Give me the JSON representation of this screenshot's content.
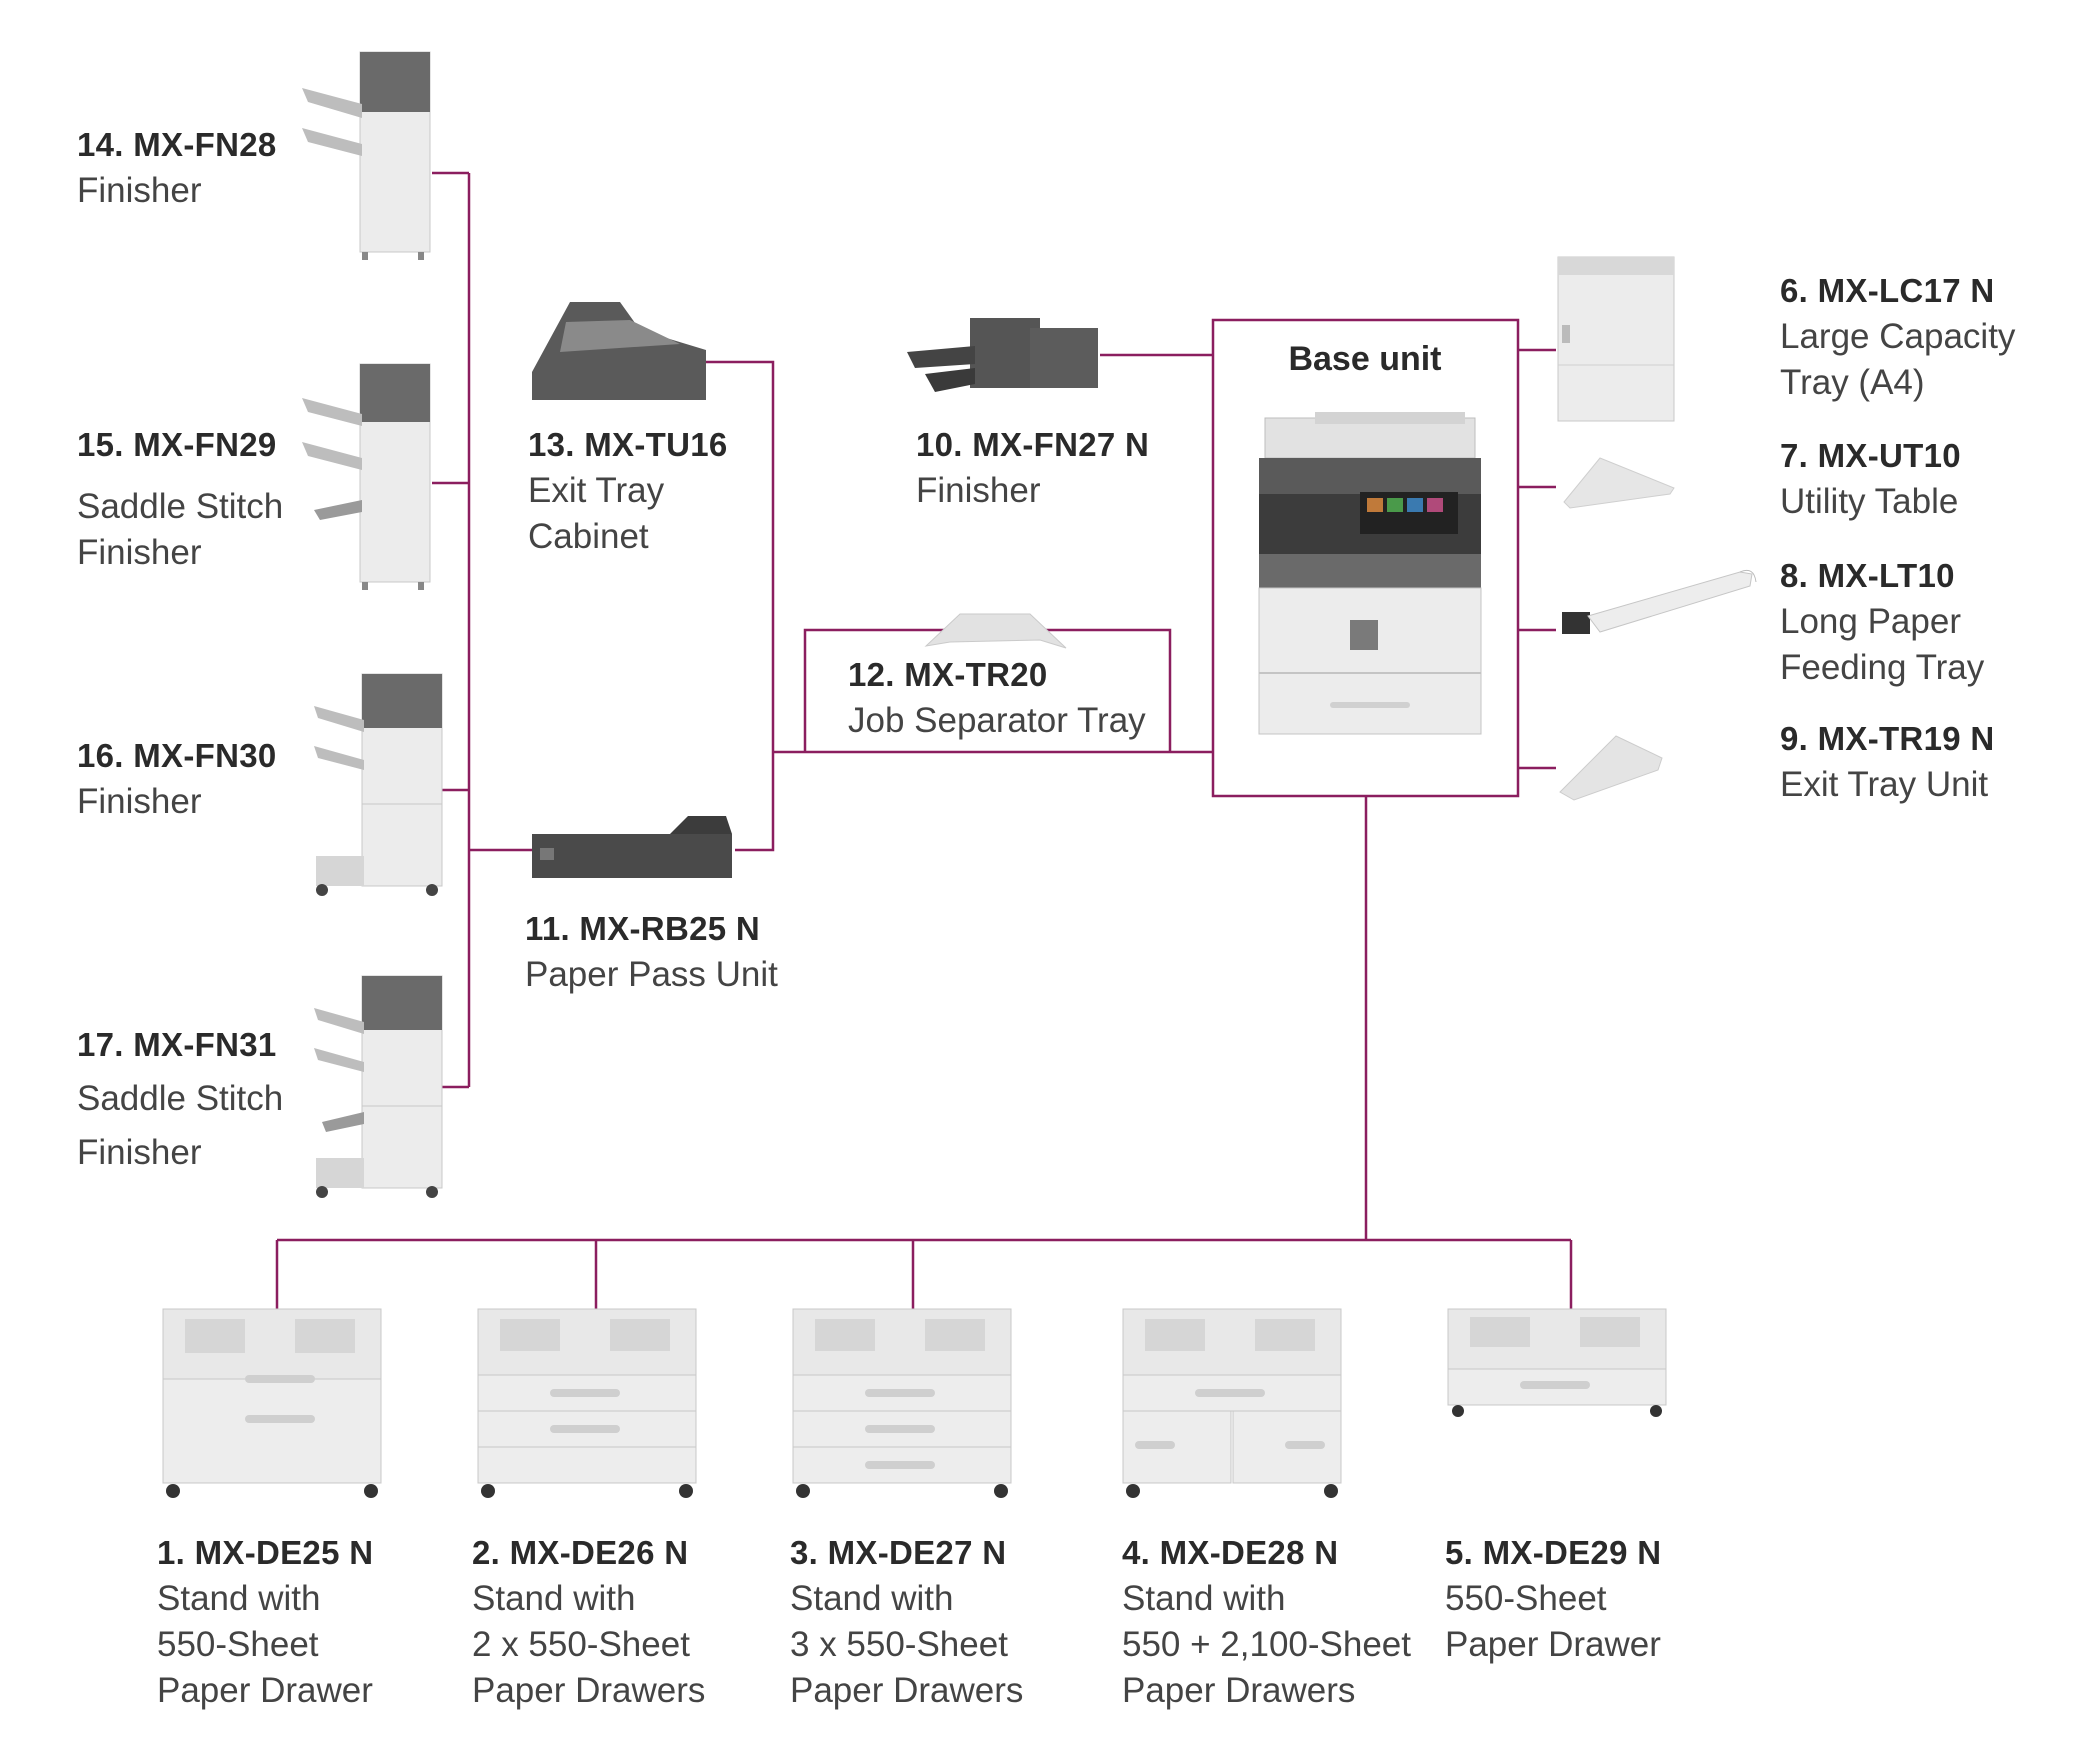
{
  "accent_color": "#8b1e5f",
  "base_unit": {
    "title": "Base unit"
  },
  "items": [
    {
      "id": "1",
      "code": "1. MX-DE25 N",
      "lines": [
        "Stand with",
        "550-Sheet",
        "Paper Drawer"
      ]
    },
    {
      "id": "2",
      "code": "2. MX-DE26 N",
      "lines": [
        "Stand with",
        "2 x 550-Sheet",
        "Paper Drawers"
      ]
    },
    {
      "id": "3",
      "code": "3. MX-DE27 N",
      "lines": [
        "Stand with",
        "3 x 550-Sheet",
        "Paper Drawers"
      ]
    },
    {
      "id": "4",
      "code": "4. MX-DE28 N",
      "lines": [
        "Stand with",
        "550 + 2,100-Sheet",
        "Paper Drawers"
      ]
    },
    {
      "id": "5",
      "code": "5. MX-DE29 N",
      "lines": [
        "550-Sheet",
        "Paper Drawer"
      ]
    },
    {
      "id": "6",
      "code": "6. MX-LC17 N",
      "lines": [
        "Large Capacity",
        "Tray (A4)"
      ]
    },
    {
      "id": "7",
      "code": "7. MX-UT10",
      "lines": [
        "Utility Table"
      ]
    },
    {
      "id": "8",
      "code": "8. MX-LT10",
      "lines": [
        "Long Paper",
        "Feeding Tray"
      ]
    },
    {
      "id": "9",
      "code": "9. MX-TR19 N",
      "lines": [
        "Exit Tray Unit"
      ]
    },
    {
      "id": "10",
      "code": "10. MX-FN27 N",
      "lines": [
        "Finisher"
      ]
    },
    {
      "id": "11",
      "code": "11. MX-RB25 N",
      "lines": [
        "Paper Pass Unit"
      ]
    },
    {
      "id": "12",
      "code": "12. MX-TR20",
      "lines": [
        "Job Separator Tray"
      ]
    },
    {
      "id": "13",
      "code": "13. MX-TU16",
      "lines": [
        "Exit Tray",
        "Cabinet"
      ]
    },
    {
      "id": "14",
      "code": "14. MX-FN28",
      "lines": [
        "Finisher"
      ]
    },
    {
      "id": "15",
      "code": "15. MX-FN29",
      "lines": [
        "Saddle Stitch",
        "Finisher"
      ]
    },
    {
      "id": "16",
      "code": "16. MX-FN30",
      "lines": [
        "Finisher"
      ]
    },
    {
      "id": "17",
      "code": "17. MX-FN31",
      "lines": [
        "Saddle Stitch",
        "Finisher"
      ]
    }
  ]
}
